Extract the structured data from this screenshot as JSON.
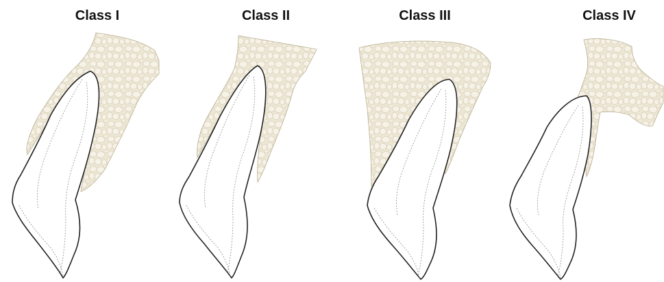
{
  "figure": {
    "colors": {
      "bone_fill": "#ECE6D4",
      "bone_cell_fill": "#F6F2E7",
      "bone_cell_stroke": "#DCD3BC",
      "tooth_fill": "#FFFFFF",
      "outline": "#222222",
      "inner_line": "#9A9A9A"
    },
    "panels": [
      {
        "label": "Class I"
      },
      {
        "label": "Class II"
      },
      {
        "label": "Class III"
      },
      {
        "label": "Class IV"
      }
    ]
  }
}
